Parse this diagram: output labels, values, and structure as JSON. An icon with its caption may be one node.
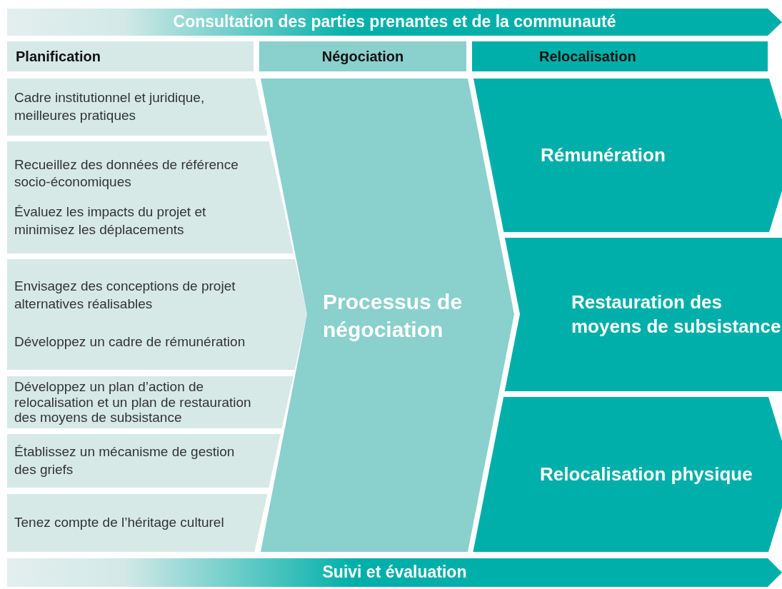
{
  "diagram": {
    "nodes": [
      {
        "text": [
          "Consultation des parties prenantes et de la communauté"
        ]
      },
      {
        "text": [
          "Planification"
        ]
      },
      {
        "text": [
          "Négociation"
        ]
      },
      {
        "text": [
          "Relocalisation"
        ]
      },
      {
        "text": [
          "Cadre institutionnel et juridique, meilleures pratiques"
        ]
      },
      {
        "text": [
          "Recueillez des données de référence socio-économiques",
          "Évaluez les impacts du projet et minimisez les déplacements"
        ]
      },
      {
        "text": [
          "Envisagez des conceptions de projet alternatives réalisables",
          "Développez un cadre de rémunération"
        ]
      },
      {
        "text": [
          "Développez un plan d’action de relocalisation et un plan de restauration des moyens de subsistance"
        ]
      },
      {
        "text": [
          "Établissez un mécanisme de gestion des griefs"
        ]
      },
      {
        "text": [
          "Tenez compte de l’héritage culturel"
        ]
      },
      {
        "text": [
          "Processus de négociation"
        ]
      },
      {
        "text": [
          "Rémunération"
        ]
      },
      {
        "text": [
          "Restauration des moyens de subsistance"
        ]
      },
      {
        "text": [
          "Relocalisation physique"
        ]
      },
      {
        "text": [
          "Suivi et évaluation"
        ]
      }
    ]
  }
}
